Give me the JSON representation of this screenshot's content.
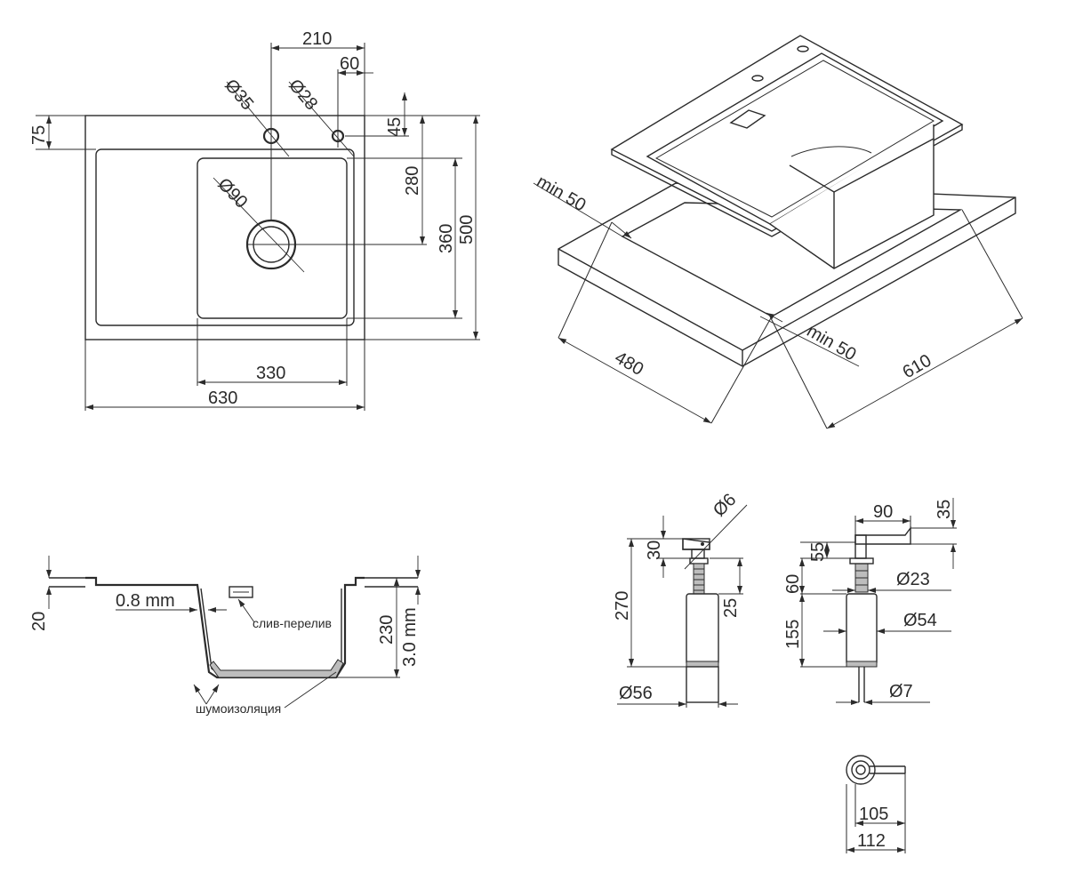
{
  "colors": {
    "line": "#2b2b2b",
    "paper": "#ffffff"
  },
  "top_view": {
    "width_total": "630",
    "height_total": "500",
    "bowl_width": "330",
    "tap_offset": "210",
    "tap_spacing": "60",
    "top_margin": "75",
    "hole_offset": "45",
    "drain_offset": "280",
    "bowl_height": "360",
    "tap_hole_dia": "Ø35",
    "second_hole_dia": "Ø28",
    "drain_dia": "Ø90"
  },
  "iso_view": {
    "min_left": "min 50",
    "min_right": "min 50",
    "depth": "480",
    "width": "610"
  },
  "section": {
    "rim_height": "20",
    "wall_thickness": "0.8 mm",
    "overflow_label": "слив-перелив",
    "depth": "230",
    "bottom_thickness": "3.0 mm",
    "insulation_label": "шумоизоляция"
  },
  "dispenser": {
    "nozzle_dia": "Ø6",
    "head_height": "30",
    "total_height": "270",
    "collar_height": "25",
    "body_dia": "Ø56",
    "spout_length": "90",
    "spout_height": "35",
    "neck_height": "55",
    "flange_height": "60",
    "thread_dia": "Ø23",
    "bottle_height": "155",
    "bottle_dia": "Ø54",
    "tube_dia": "Ø7",
    "top_length": "105",
    "top_total": "112"
  }
}
